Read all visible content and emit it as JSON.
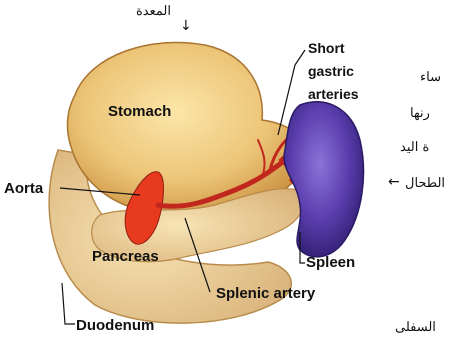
{
  "labels": {
    "stomach": "Stomach",
    "aorta": "Aorta",
    "pancreas": "Pancreas",
    "duodenum": "Duodenum",
    "short_gastric": "Short",
    "short_gastric_2": "gastric",
    "short_gastric_3": "arteries",
    "spleen": "Spleen",
    "splenic_artery": "Splenic artery"
  },
  "arabic": {
    "stomach": "المعدة",
    "spleen": "الطحال",
    "fragment_1": "ساء",
    "fragment_2": "رنها",
    "fragment_3": "ة اليد",
    "fragment_4": "السفلى"
  },
  "arrows": {
    "down": "↓",
    "left": "←"
  },
  "colors": {
    "stomach": "#e8c074",
    "pancreas": "#e6c98e",
    "spleen": "#5b3fa8",
    "artery": "#c1271d",
    "aorta": "#e83a1f"
  }
}
